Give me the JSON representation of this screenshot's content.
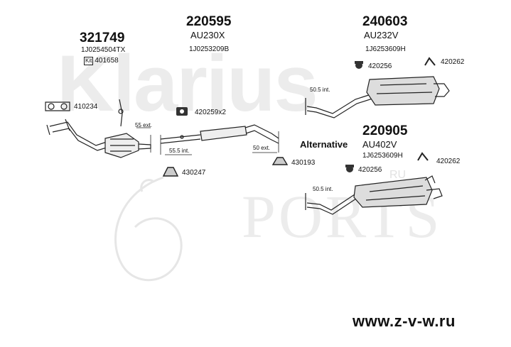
{
  "watermark": {
    "brand": "Klarius",
    "brand2": "PORTS",
    "ru": "RU"
  },
  "groups": {
    "front": {
      "number": "321749",
      "oe": "1J0254504TX",
      "kit_label": "Kit",
      "kit_number": "401658"
    },
    "middle": {
      "number": "220595",
      "code": "AU230X",
      "oe": "1J0253209B"
    },
    "rear": {
      "number": "240603",
      "code": "AU232V",
      "oe": "1J6253609H"
    },
    "rear_alt": {
      "alt_label": "Alternative",
      "number": "220905",
      "code": "AU402V",
      "oe": "1J6253609H"
    }
  },
  "parts": {
    "p410234": "410234",
    "p420259": "420259x2",
    "p430247": "430247",
    "p430193": "430193",
    "p420256a": "420256",
    "p420262a": "420262",
    "p420256b": "420256",
    "p420262b": "420262"
  },
  "dimensions": {
    "d55ext": "55 ext.",
    "d55int": "55.5 int.",
    "d50ext": "50 ext.",
    "d50int_a": "50.5 int.",
    "d50int_b": "50.5 int."
  },
  "footer": {
    "url": "www.z-v-w.ru"
  }
}
